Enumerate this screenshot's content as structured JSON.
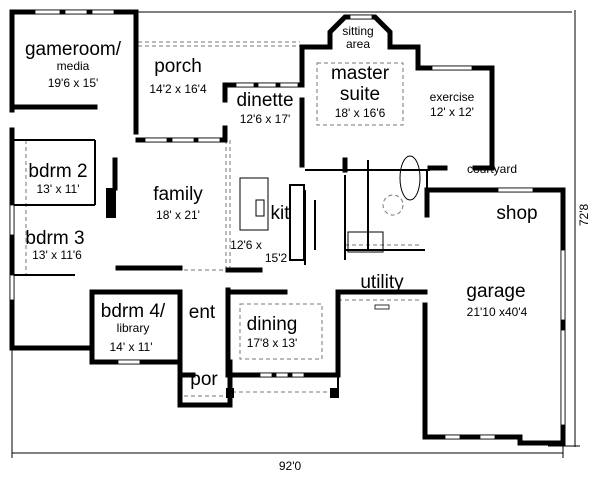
{
  "title": "Floor plan",
  "rooms": {
    "gameroom": {
      "name1": "gameroom/",
      "name2": "media",
      "size": "19'6 x 15'"
    },
    "porch": {
      "name": "porch",
      "size": "14'2 x 16'4"
    },
    "dinette": {
      "name": "dinette",
      "size": "12'6 x 17'"
    },
    "sitting": {
      "name1": "sitting",
      "name2": "area"
    },
    "master": {
      "name1": "master",
      "name2": "suite",
      "size": "18' x 16'6"
    },
    "exercise": {
      "name": "exercise",
      "size": "12' x 12'"
    },
    "courtyard": {
      "name": "courtyard"
    },
    "bdrm2": {
      "name": "bdrm 2",
      "size": "13' x 11'"
    },
    "family": {
      "name": "family",
      "size": "18' x 21'"
    },
    "kit": {
      "name": "kit",
      "size1": "12'6 x",
      "size2": "15'2"
    },
    "shop": {
      "name": "shop"
    },
    "bdrm3": {
      "name": "bdrm 3",
      "size": "13' x 11'6"
    },
    "utility": {
      "name": "utility"
    },
    "garage": {
      "name": "garage",
      "size": "21'10 x40'4"
    },
    "bdrm4": {
      "name1": "bdrm 4/",
      "name2": "library",
      "size": "14' x 11'"
    },
    "ent": {
      "name": "ent"
    },
    "dining": {
      "name": "dining",
      "size": "17'8 x 13'"
    },
    "por": {
      "name": "por"
    }
  },
  "dimensions": {
    "width": "92'0",
    "depth": "72'8"
  }
}
